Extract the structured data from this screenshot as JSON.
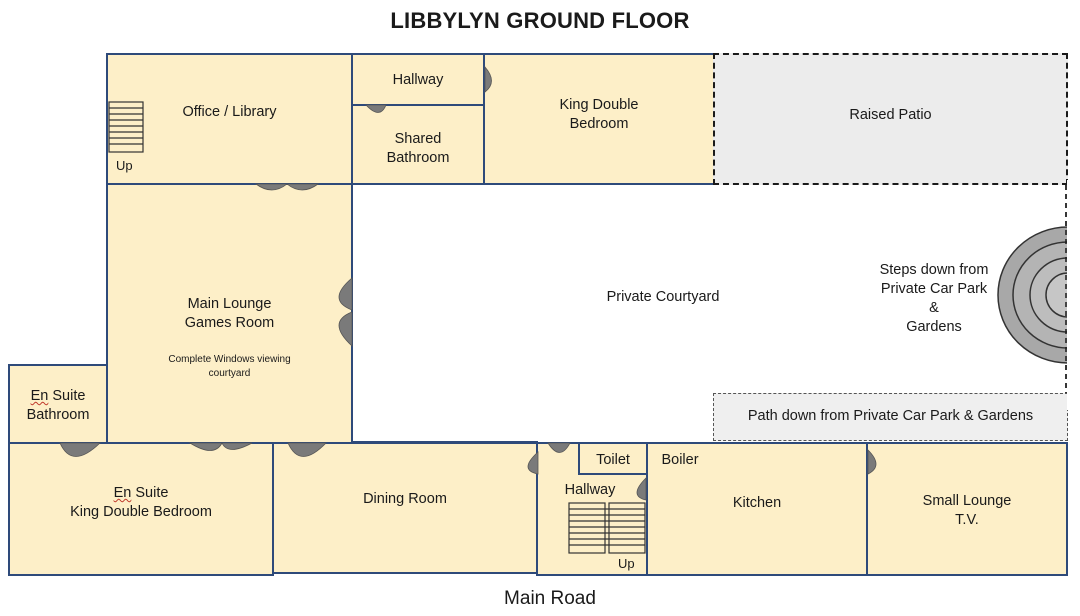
{
  "plan": {
    "title": "LIBBYLYN GROUND FLOOR",
    "road_label": "Main Road"
  },
  "rooms": {
    "office": {
      "label": "Office / Library",
      "stair_label": "Up"
    },
    "hallway_top": {
      "label": "Hallway"
    },
    "shared_bathroom": {
      "label": "Shared\nBathroom"
    },
    "king_double": {
      "label": "King Double\nBedroom"
    },
    "raised_patio": {
      "label": "Raised Patio"
    },
    "main_lounge": {
      "label": "Main Lounge\nGames Room",
      "note": "Complete Windows viewing\ncourtyard"
    },
    "courtyard": {
      "label": "Private Courtyard"
    },
    "steps": {
      "label": "Steps down from\nPrivate Car Park\n&\nGardens"
    },
    "path": {
      "label": "Path down from Private Car Park & Gardens"
    },
    "ensuite_bath": {
      "word1": "En",
      "rest": " Suite\nBathroom"
    },
    "ensuite_king": {
      "word1": "En",
      "rest": " Suite\nKing Double Bedroom"
    },
    "dining": {
      "label": "Dining Room"
    },
    "toilet": {
      "label": "Toilet"
    },
    "boiler": {
      "label": "Boiler"
    },
    "hallway_bottom": {
      "label": "Hallway",
      "stair_label": "Up"
    },
    "kitchen": {
      "label": "Kitchen"
    },
    "small_lounge": {
      "label": "Small Lounge\nT.V."
    }
  },
  "colors": {
    "room_fill": "#fdefc8",
    "wall": "#2e4a7a",
    "patio_fill": "#ececec",
    "door": "#7a7a7a"
  }
}
